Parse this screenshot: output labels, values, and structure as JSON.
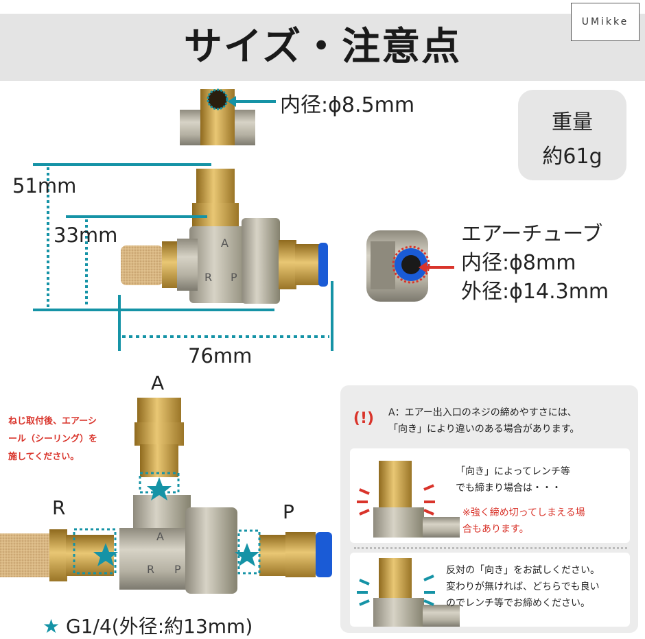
{
  "brand": "UMikke",
  "title": "サイズ・注意点",
  "inner_diameter_top": "内径:ϕ8.5mm",
  "weight": {
    "label": "重量",
    "value": "約61g"
  },
  "dimensions": {
    "height_total": "51mm",
    "height_body": "33mm",
    "length": "76mm"
  },
  "air_tube": {
    "title": "エアーチューブ",
    "inner": "内径:ϕ8mm",
    "outer": "外径:ϕ14.3mm"
  },
  "ports": {
    "a": "A",
    "r": "R",
    "p": "P"
  },
  "seal_note": [
    "ねじ取付後、エアーシ",
    "ール（シーリング）を",
    "施してください。"
  ],
  "thread_legend": {
    "star": "★",
    "text": "G1/4(外径:約13mm)"
  },
  "caution": {
    "icon_text": "(!)",
    "header": [
      "A：エアー出入口のネジの締めやすさには、",
      "「向き」により違いのある場合があります。"
    ],
    "case1": [
      "「向き」によってレンチ等",
      "でも締まり場合は・・・"
    ],
    "case1_warning": [
      "※強く締め切ってしまえる場",
      "合もあります。"
    ],
    "case2": [
      "反対の「向き」をお試しください。",
      "変わりが無ければ、どちらでも良い",
      "のでレンチ等でお締めください。"
    ]
  },
  "colors": {
    "accent": "#1593a6",
    "warning": "#d9342b",
    "header_bg": "#e4e4e4",
    "brass": "#c9a247",
    "body_metal": "#b8b4a6",
    "fitting_blue": "#1a5bd6"
  }
}
